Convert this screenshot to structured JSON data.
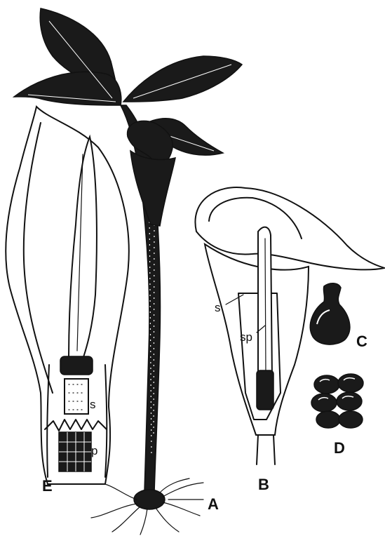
{
  "labels": {
    "a": "A",
    "b": "B",
    "c": "C",
    "d": "D",
    "e": "E",
    "e_s": "s",
    "e_p": "p",
    "b_s": "s",
    "b_sp": "sp"
  }
}
